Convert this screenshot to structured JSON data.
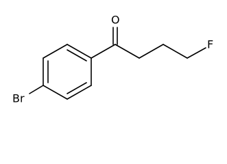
{
  "molecule": {
    "atoms": {
      "oxygen": "O",
      "fluorine": "F",
      "bromine": "Br"
    },
    "colors": {
      "bond": "#000000",
      "label": "#000000",
      "background": "#ffffff"
    }
  }
}
